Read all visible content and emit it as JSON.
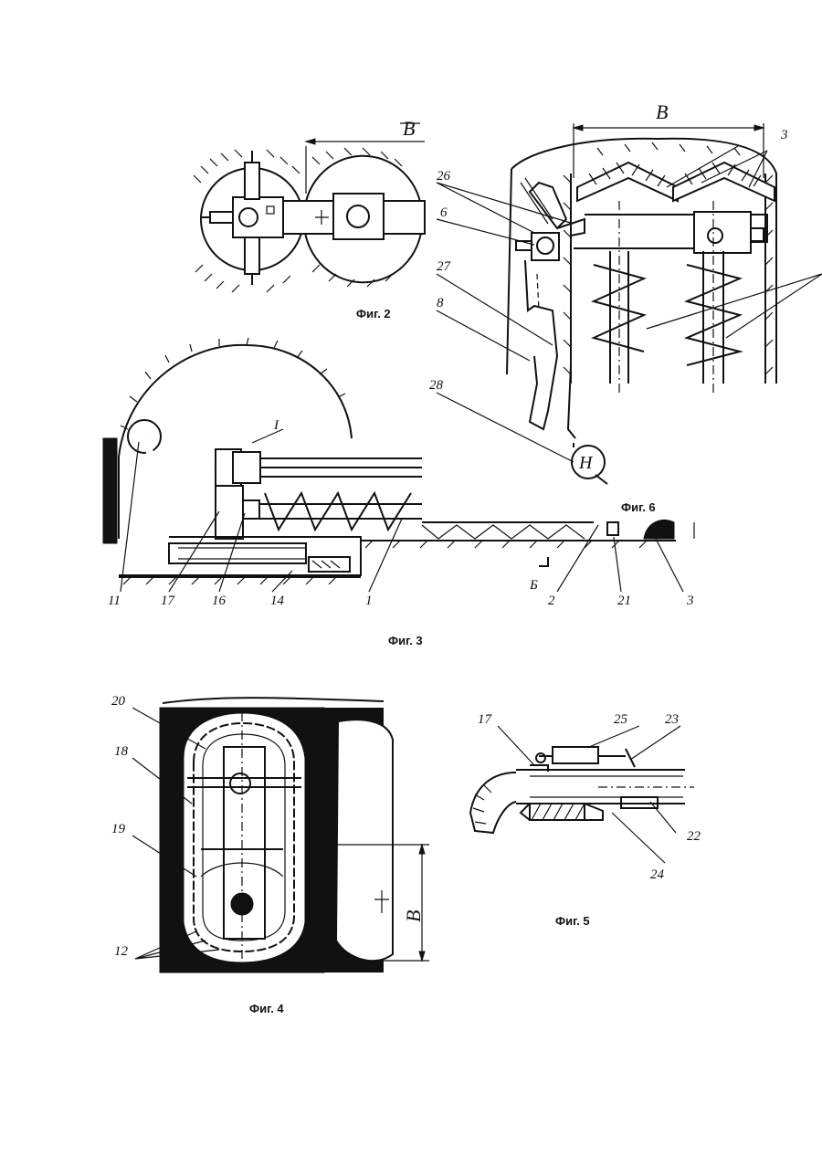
{
  "figures": {
    "fig2": {
      "caption": "Фиг. 2",
      "dimension_label": "B"
    },
    "fig3": {
      "caption": "Фиг. 3",
      "section_label": "Б",
      "detail_label": "I",
      "labels": [
        "11",
        "17",
        "16",
        "14",
        "1",
        "2",
        "21",
        "3"
      ]
    },
    "fig4": {
      "caption": "Фиг. 4",
      "dimension_label": "B",
      "labels": [
        "20",
        "18",
        "19",
        "12"
      ]
    },
    "fig5": {
      "caption": "Фиг. 5",
      "labels": [
        "17",
        "25",
        "23",
        "22",
        "24"
      ]
    },
    "fig6": {
      "caption": "Фиг. 6",
      "dimension_label": "B",
      "pump_label": "H",
      "labels": [
        "26",
        "6",
        "27",
        "8",
        "28",
        "3"
      ]
    }
  }
}
